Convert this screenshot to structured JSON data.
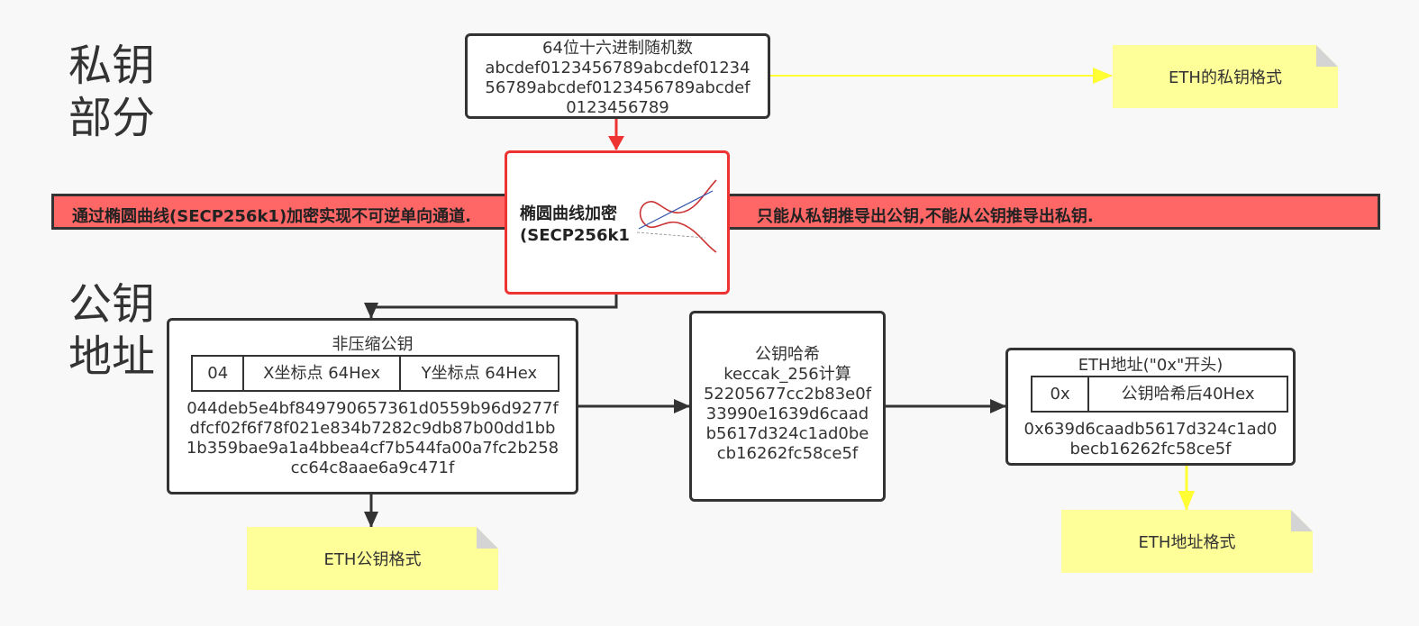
{
  "labels": {
    "private_section": [
      "私钥",
      "部分"
    ],
    "public_section": [
      "公钥",
      "地址"
    ]
  },
  "private_key_box": {
    "lines": [
      "64位十六进制随机数",
      "abcdef0123456789abcdef01234",
      "56789abcdef0123456789abcdef",
      "0123456789"
    ]
  },
  "notes": {
    "private_key_format": "ETH的私钥格式",
    "public_key_format": "ETH公钥格式",
    "address_format": "ETH地址格式"
  },
  "band": {
    "left_text": "通过椭圆曲线(SECP256k1)加密实现不可逆单向通道.",
    "right_text": "只能从私钥推导出公钥,不能从公钥推导出私钥."
  },
  "ecc": {
    "title_lines": [
      "椭圆曲线加密",
      "(SECP256k1"
    ]
  },
  "public_key_box": {
    "title": "非压缩公钥",
    "cells": [
      "04",
      "X坐标点 64Hex",
      "Y坐标点 64Hex"
    ],
    "lines": [
      "044deb5e4bf849790657361d0559b96d9277f",
      "dfcf02f6f78f021e834b7282c9db87b00dd1bb",
      "1b359bae9a1a4bbea4cf7b544fa00a7fc2b258",
      "cc64c8aae6a9c471f"
    ]
  },
  "hash_box": {
    "lines": [
      "公钥哈希",
      "keccak_256计算",
      "52205677cc2b83e0f",
      "33990e1639d6caad",
      "b5617d324c1ad0be",
      "cb16262fc58ce5f"
    ]
  },
  "address_box": {
    "title": "ETH地址(\"0x\"开头)",
    "cells": [
      "0x",
      "公钥哈希后40Hex"
    ],
    "lines": [
      "0x639d6caadb5617d324c1ad0",
      "becb16262fc58ce5f"
    ]
  },
  "colors": {
    "band_fill": "#ff6666",
    "note_fill": "#ffff99",
    "yellow_arrow": "#ffff33",
    "red_arrow": "#ee3333",
    "dark_arrow": "#333333"
  }
}
